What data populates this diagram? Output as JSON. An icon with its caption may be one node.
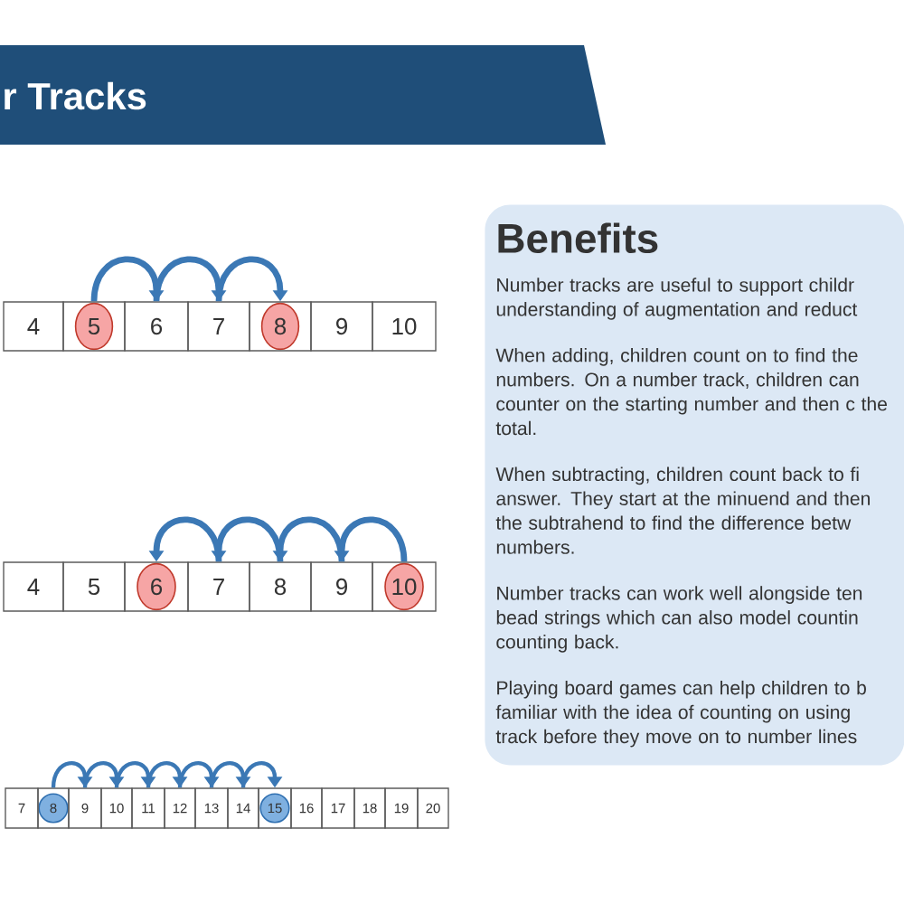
{
  "diagram": {
    "title": "r Tracks",
    "nodes": [
      {
        "text": [
          "4"
        ]
      },
      {
        "text": [
          "5"
        ]
      },
      {
        "text": [
          "6"
        ]
      },
      {
        "text": [
          "7"
        ]
      },
      {
        "text": [
          "8"
        ]
      },
      {
        "text": [
          "9"
        ]
      },
      {
        "text": [
          "10"
        ]
      },
      {
        "text": [
          "4"
        ]
      },
      {
        "text": [
          "5"
        ]
      },
      {
        "text": [
          "6"
        ]
      },
      {
        "text": [
          "7"
        ]
      },
      {
        "text": [
          "8"
        ]
      },
      {
        "text": [
          "9"
        ]
      },
      {
        "text": [
          "10"
        ]
      },
      {
        "text": [
          "7"
        ]
      },
      {
        "text": [
          "8"
        ]
      },
      {
        "text": [
          "9"
        ]
      },
      {
        "text": [
          "10"
        ]
      },
      {
        "text": [
          "11"
        ]
      },
      {
        "text": [
          "12"
        ]
      },
      {
        "text": [
          "13"
        ]
      },
      {
        "text": [
          "14"
        ]
      },
      {
        "text": [
          "15"
        ]
      },
      {
        "text": [
          "16"
        ]
      },
      {
        "text": [
          "17"
        ]
      },
      {
        "text": [
          "18"
        ]
      },
      {
        "text": [
          "19"
        ]
      },
      {
        "text": [
          "20"
        ]
      },
      {
        "text": [
          "Benefits",
          "Number tracks are useful to support childr understanding of augmentation and reduct",
          "When adding, children count on to find the numbers. On a number track, children can counter on the starting number and then c the total.",
          "When subtracting, children count back to fi answer. They start at the minuend and then the subtrahend to find the difference betw numbers.",
          "Number tracks can work well alongside ten bead strings which can also model countin counting back.",
          "Playing board games can help children to b familiar with the idea of counting on using track before they move on to number lines"
        ]
      }
    ],
    "edges": [
      {
        "from": 1,
        "to": 2,
        "arrow": "to"
      },
      {
        "from": 2,
        "to": 3,
        "arrow": "to"
      },
      {
        "from": 3,
        "to": 4,
        "arrow": "to"
      },
      {
        "from": 13,
        "to": 12,
        "arrow": "to"
      },
      {
        "from": 12,
        "to": 11,
        "arrow": "to"
      },
      {
        "from": 11,
        "to": 10,
        "arrow": "to"
      },
      {
        "from": 10,
        "to": 9,
        "arrow": "to"
      },
      {
        "from": 15,
        "to": 16,
        "arrow": "to"
      },
      {
        "from": 16,
        "to": 17,
        "arrow": "to"
      },
      {
        "from": 17,
        "to": 18,
        "arrow": "to"
      },
      {
        "from": 18,
        "to": 19,
        "arrow": "to"
      },
      {
        "from": 19,
        "to": 20,
        "arrow": "to"
      },
      {
        "from": 20,
        "to": 21,
        "arrow": "to"
      },
      {
        "from": 21,
        "to": 22,
        "arrow": "to"
      }
    ]
  }
}
